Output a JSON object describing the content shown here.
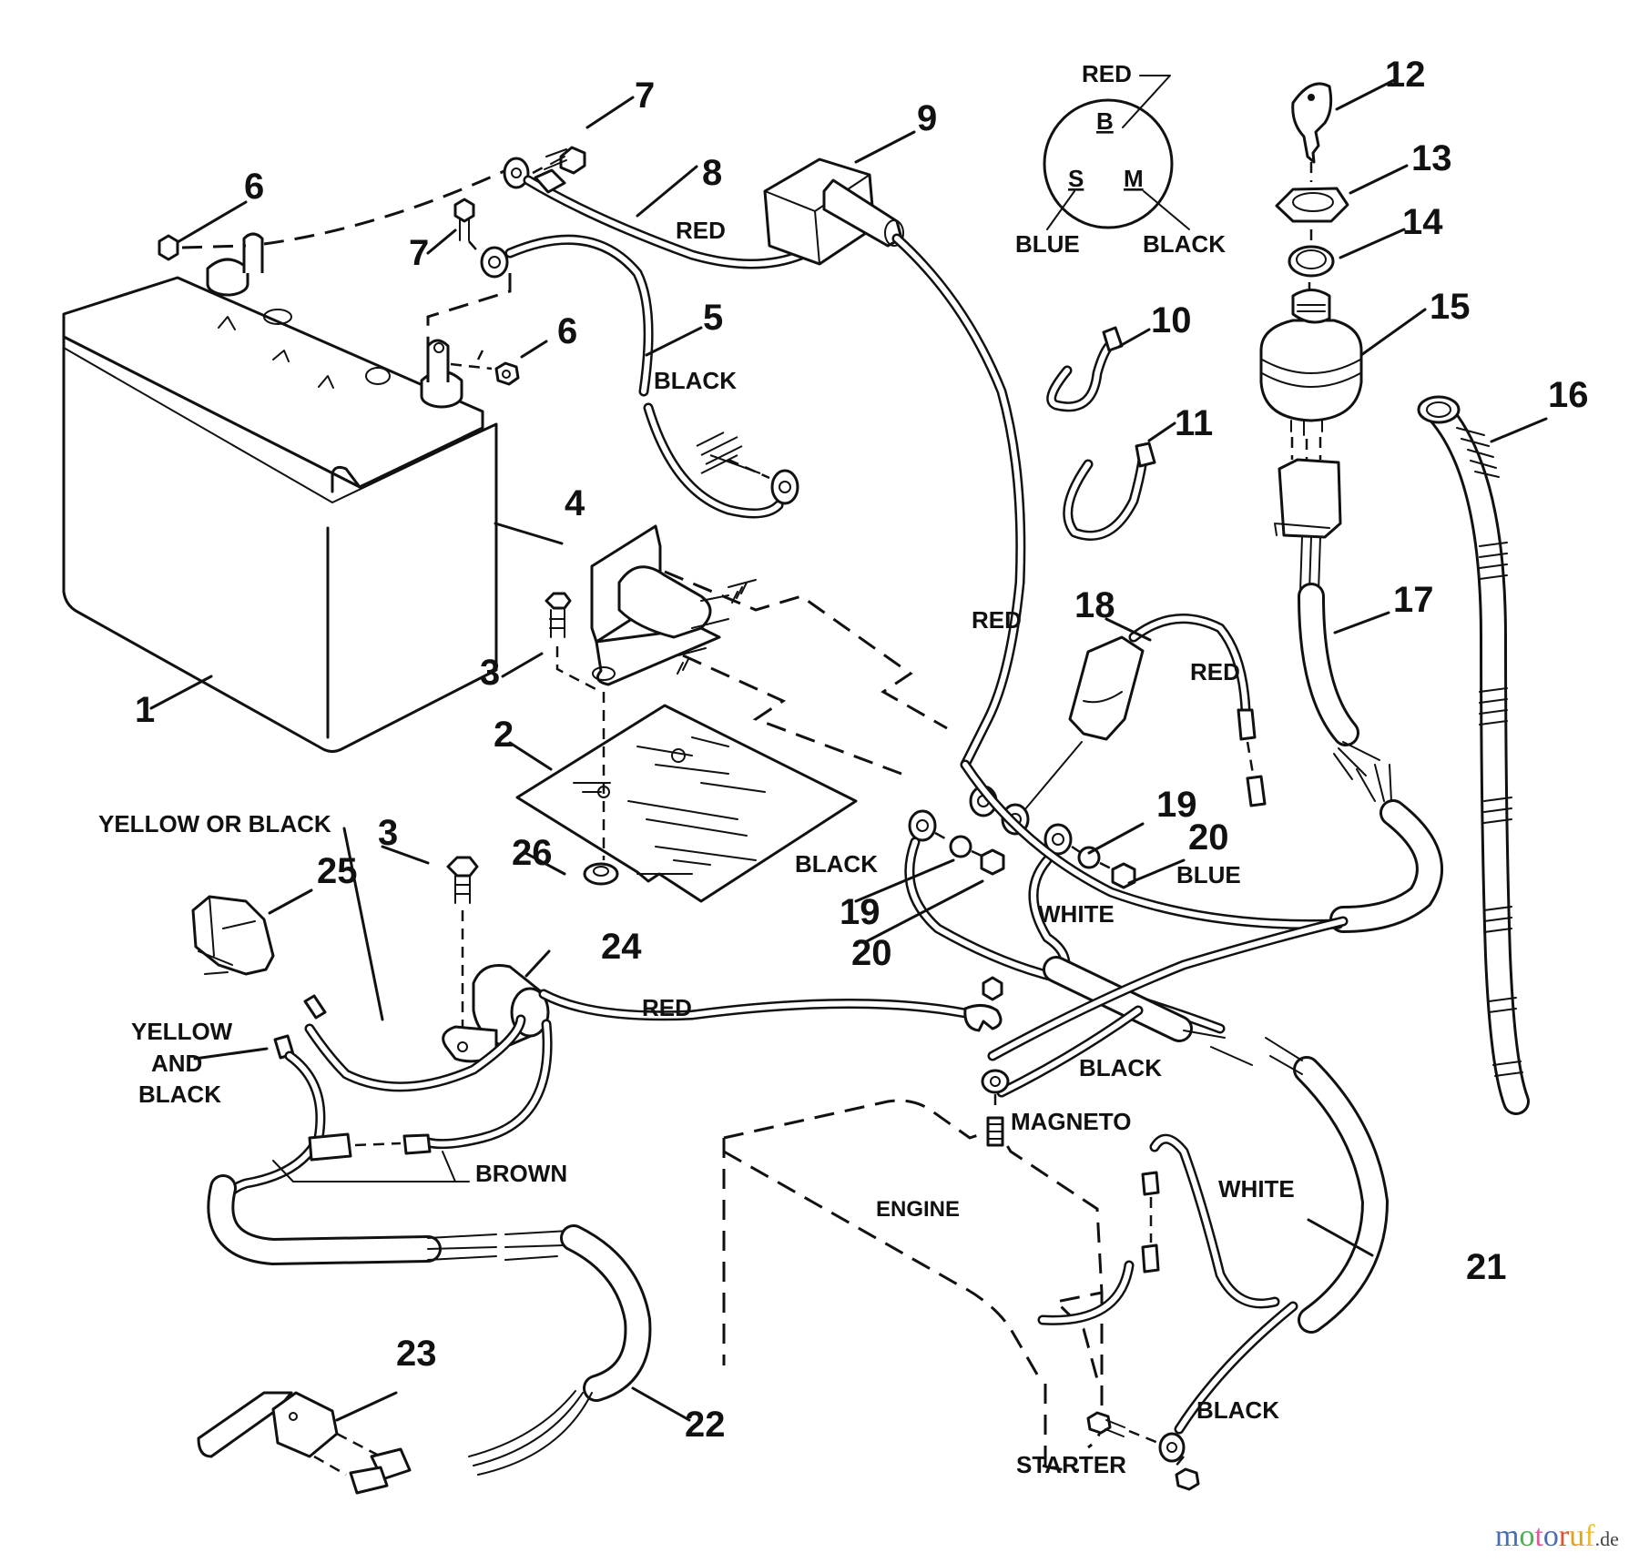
{
  "diagram": {
    "title": "Electrical system parts diagram",
    "callouts": [
      "1",
      "2",
      "3",
      "3",
      "4",
      "5",
      "6",
      "6",
      "7",
      "7",
      "8",
      "9",
      "10",
      "11",
      "12",
      "13",
      "14",
      "15",
      "16",
      "17",
      "18",
      "19",
      "19",
      "20",
      "20",
      "21",
      "22",
      "23",
      "24",
      "25",
      "26"
    ],
    "part_numbers": {
      "p1": "1",
      "p2": "2",
      "p3a": "3",
      "p3b": "3",
      "p4": "4",
      "p5": "5",
      "p6a": "6",
      "p6b": "6",
      "p7a": "7",
      "p7b": "7",
      "p8": "8",
      "p9": "9",
      "p10": "10",
      "p11": "11",
      "p12": "12",
      "p13": "13",
      "p14": "14",
      "p15": "15",
      "p16": "16",
      "p17": "17",
      "p18": "18",
      "p19a": "19",
      "p19b": "19",
      "p20a": "20",
      "p20b": "20",
      "p21": "21",
      "p22": "22",
      "p23": "23",
      "p24": "24",
      "p25": "25",
      "p26": "26"
    },
    "wire_labels": {
      "red_cable_8": "RED",
      "black_cable_5": "BLACK",
      "red_solenoid": "RED",
      "red_fuse": "RED",
      "black_ground": "BLACK",
      "white_switch": "WHITE",
      "blue_switch": "BLUE",
      "yellow_or_black": "YELLOW OR BLACK",
      "yellow_and_black_1": "YELLOW",
      "yellow_and_black_2": "AND",
      "yellow_and_black_3": "BLACK",
      "brown": "BROWN",
      "red_rectifier": "RED",
      "black_magneto": "BLACK",
      "white_starter": "WHITE",
      "black_starter": "BLACK"
    },
    "component_labels": {
      "engine": "ENGINE",
      "magneto": "MAGNETO",
      "starter": "STARTER"
    },
    "switch_schematic": {
      "terminal_b": "B",
      "terminal_s": "S",
      "terminal_m": "M",
      "wire_b": "RED",
      "wire_s": "BLUE",
      "wire_m": "BLACK"
    },
    "watermark": {
      "letters": [
        "m",
        "o",
        "t",
        "o",
        "r",
        "u",
        "f"
      ],
      "colors": [
        "#4a6bb5",
        "#4caf50",
        "#e05aa0",
        "#4a6bb5",
        "#e0522a",
        "#e0a020",
        "#f0c020"
      ],
      "suffix": ".de"
    }
  }
}
